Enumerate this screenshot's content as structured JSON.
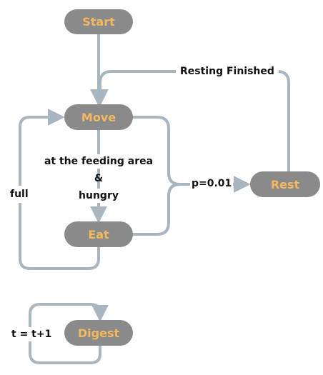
{
  "nodes": {
    "start": "Start",
    "move": "Move",
    "eat": "Eat",
    "rest": "Rest",
    "digest": "Digest"
  },
  "edge_labels": {
    "resting_finished": "Resting Finished",
    "feeding_line1": "at the feeding area",
    "feeding_line2": "&",
    "feeding_line3": "hungry",
    "full": "full",
    "probability": "p=0.01",
    "time_step": "t = t+1"
  },
  "colors": {
    "node_fill": "#8a8a8a",
    "node_text": "#f4b860",
    "edge": "#a9b6c0",
    "label_text": "#111111"
  }
}
